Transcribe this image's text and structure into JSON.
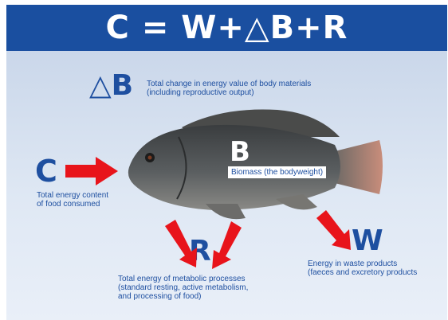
{
  "title": "C = W+△B+R",
  "delta_b": {
    "symbol": "△B",
    "caption": "Total change in energy value of body materials\n(including reproductive output)"
  },
  "c": {
    "letter": "C",
    "caption": "Total energy content\nof food consumed"
  },
  "b": {
    "letter": "B",
    "caption": "Biomass (the bodyweight)"
  },
  "r": {
    "letter": "R",
    "caption": "Total energy of metabolic processes\n(standard resting, active metabolism,\nand processing of food)"
  },
  "w": {
    "letter": "W",
    "caption": "Energy in waste products\n(faeces and excretory products"
  },
  "colors": {
    "title_bg": "#1a4fa0",
    "letter": "#1e4fa0",
    "arrow": "#e8141b"
  }
}
